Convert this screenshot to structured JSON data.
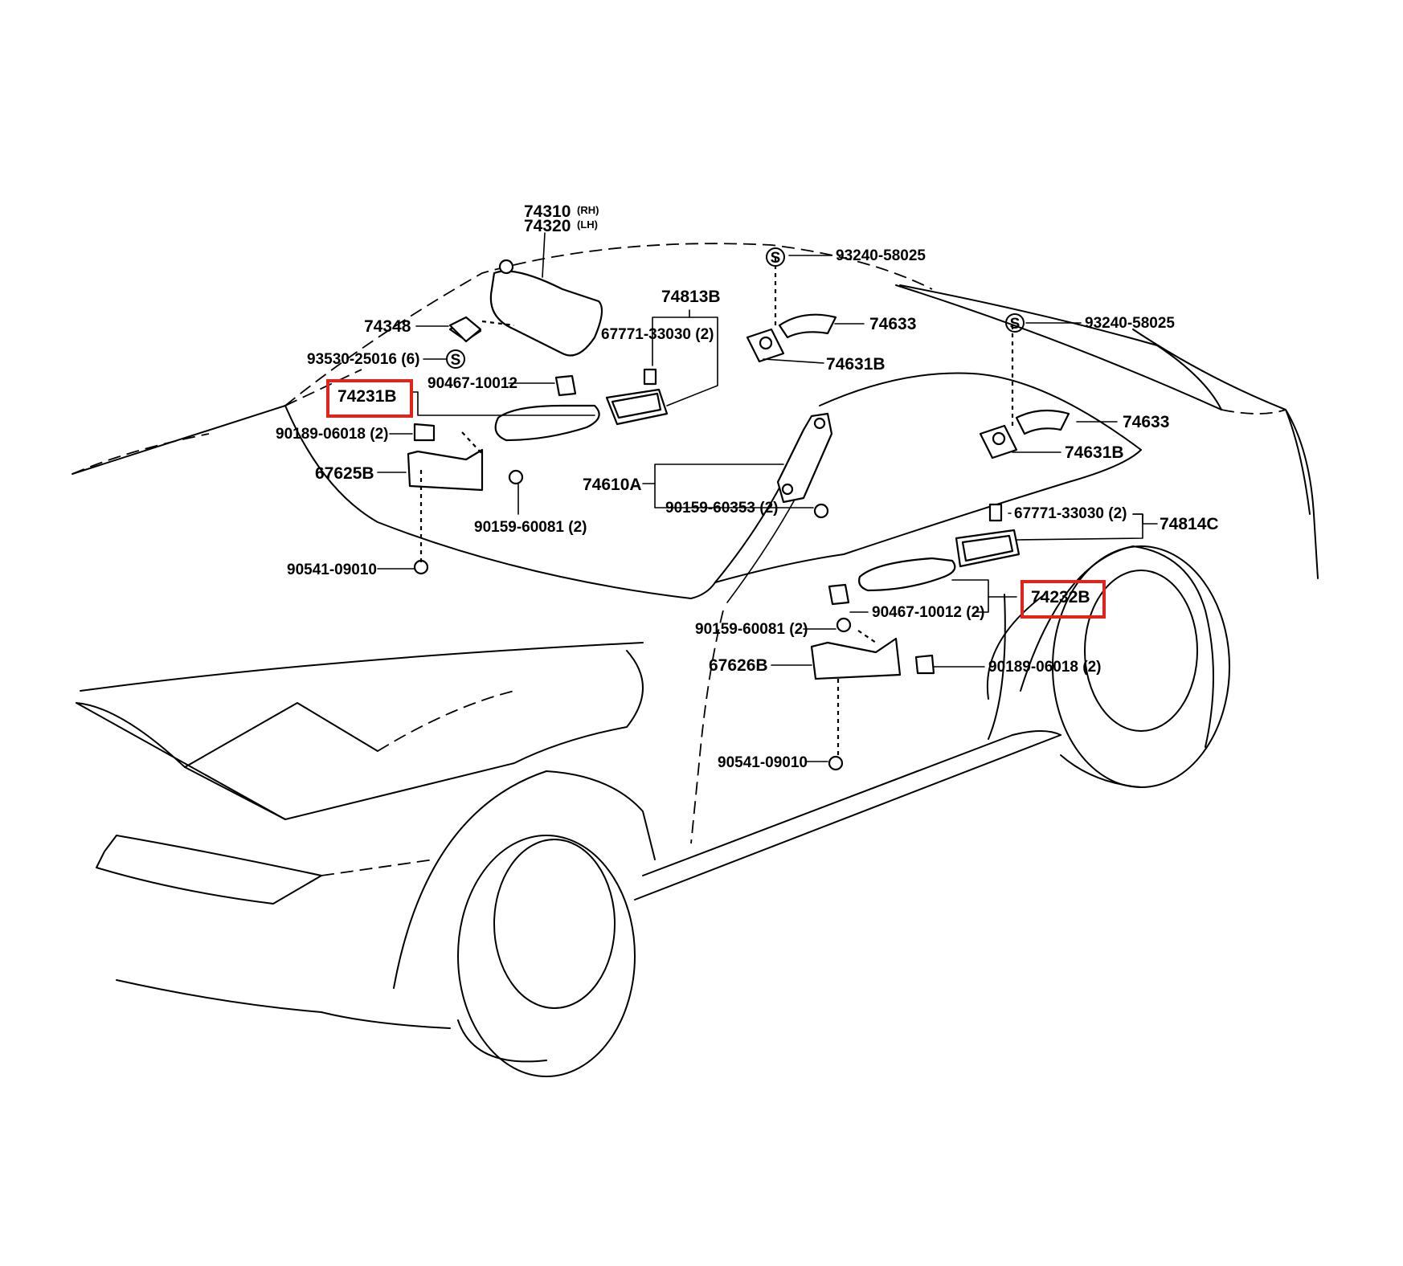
{
  "labels": {
    "visor_rh": "74310",
    "visor_rh_side": "(RH)",
    "visor_lh": "74320",
    "visor_lh_side": "(LH)",
    "bolt_93240_top": "93240-58025",
    "bolt_93240_right": "93240-58025",
    "holder_74348": "74348",
    "screw_93530": "93530-25016 (6)",
    "lamp_74813B": "74813B",
    "bulb_67771_left": "67771-33030 (2)",
    "cover_74633_left": "74633",
    "holder_74631B_left": "74631B",
    "cover_74633_right": "74633",
    "holder_74631B_right": "74631B",
    "clip_90467_left": "90467-10012",
    "pad_74231B": "74231B",
    "nut_90189_left": "90189-06018 (2)",
    "bracket_67625B": "67625B",
    "screw_90159_left": "90159-60081 (2)",
    "grip_74610A": "74610A",
    "screw_90159_60353": "90159-60353 (2)",
    "clip_90541_left": "90541-09010",
    "bulb_67771_right": "67771-33030 (2)",
    "lamp_74814C": "74814C",
    "pad_74232B": "74232B",
    "clip_90467_right": "90467-10012 (2)",
    "screw_90159_right": "90159-60081 (2)",
    "bracket_67626B": "67626B",
    "nut_90189_right": "90189-06018 (2)",
    "clip_90541_right": "90541-09010",
    "symbol_s": "S"
  },
  "highlight_color": "#e3231b",
  "highlighted": [
    "74231B",
    "74232B"
  ]
}
